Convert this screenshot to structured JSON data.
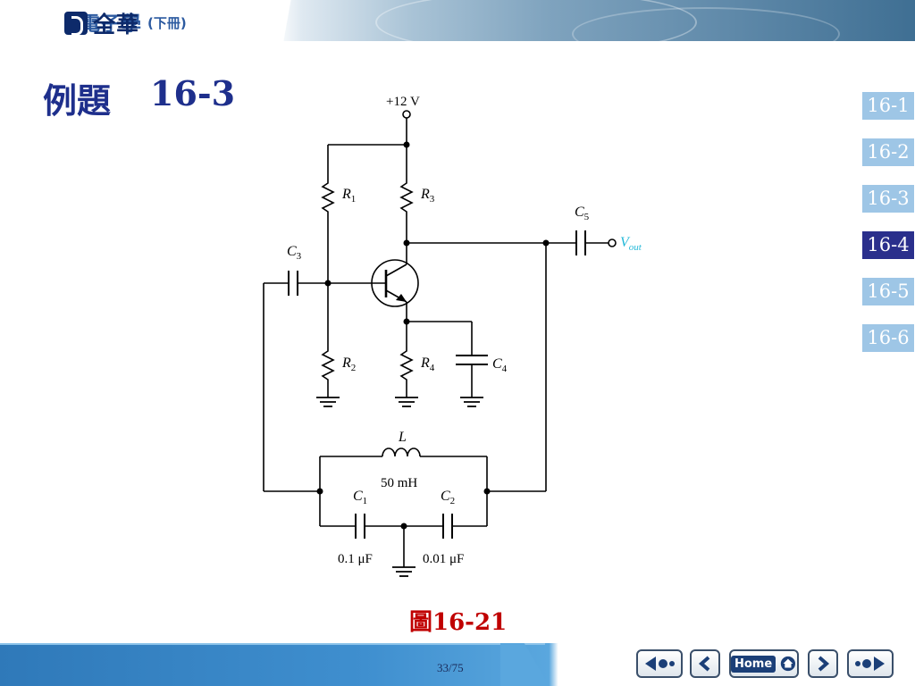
{
  "header": {
    "book_title": "電子學",
    "book_subtitle": "(下冊)"
  },
  "title": {
    "label": "例題",
    "number": "16-3"
  },
  "section_nav": {
    "items": [
      {
        "label": "16-1",
        "active": false
      },
      {
        "label": "16-2",
        "active": false
      },
      {
        "label": "16-3",
        "active": false
      },
      {
        "label": "16-4",
        "active": true
      },
      {
        "label": "16-5",
        "active": false
      },
      {
        "label": "16-6",
        "active": false
      }
    ]
  },
  "circuit": {
    "supply": "+12 V",
    "r1": "R",
    "r1_sub": "1",
    "r2": "R",
    "r2_sub": "2",
    "r3": "R",
    "r3_sub": "3",
    "r4": "R",
    "r4_sub": "4",
    "c1": "C",
    "c1_sub": "1",
    "c2": "C",
    "c2_sub": "2",
    "c3": "C",
    "c3_sub": "3",
    "c4": "C",
    "c4_sub": "4",
    "c5": "C",
    "c5_sub": "5",
    "vout": "V",
    "vout_sub": "out",
    "inductor": "L",
    "inductor_value": "50 mH",
    "c1_value": "0.1 μF",
    "c2_value": "0.01 μF",
    "colors": {
      "wire": "#000000",
      "vout": "#22b8d8"
    }
  },
  "figure_caption": "圖16-21",
  "footer": {
    "publisher": "全華",
    "page_number": "33/75",
    "home_label": "Home"
  },
  "icons": [
    "first-page-icon",
    "prev-page-icon",
    "home-icon",
    "next-page-icon",
    "last-page-icon",
    "logo-mark-icon"
  ]
}
